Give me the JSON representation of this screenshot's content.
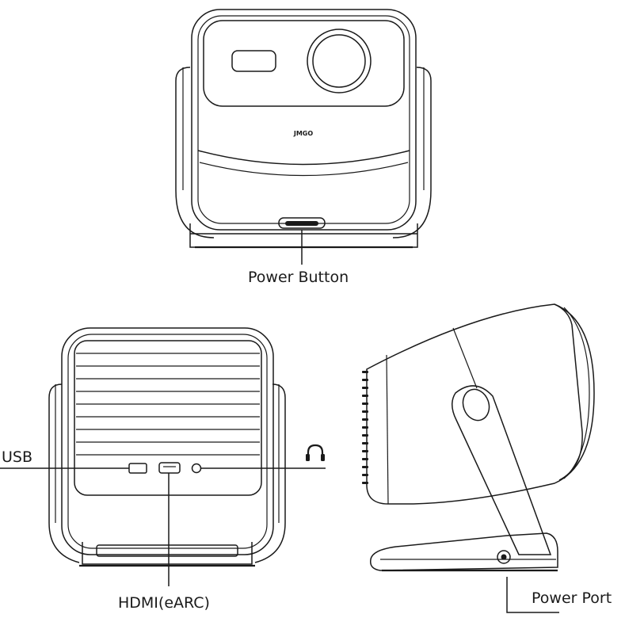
{
  "front_view": {
    "brand": "JMGO",
    "power_button_label": "Power Button"
  },
  "rear_view": {
    "usb_label": "USB",
    "hdmi_label": "HDMI(eARC)",
    "headphone_icon": "headphone-icon"
  },
  "side_view": {
    "power_port_label": "Power Port"
  }
}
